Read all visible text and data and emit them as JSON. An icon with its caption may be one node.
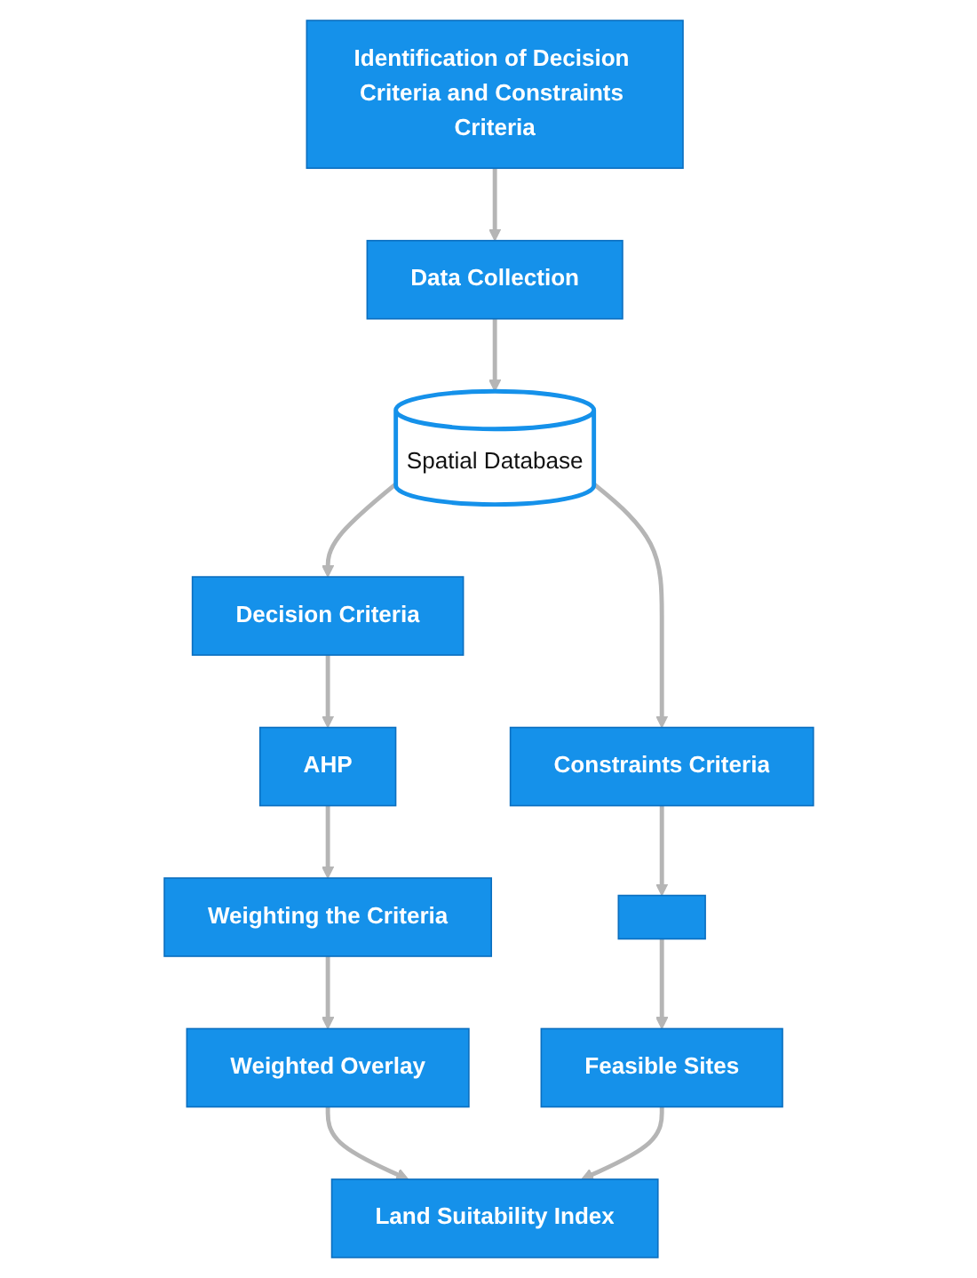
{
  "diagram": {
    "nodes": [
      {
        "text": [
          "Identification of Decision Criteria and Constraints Criteria"
        ]
      },
      {
        "text": [
          "Data Collection"
        ]
      },
      {
        "text": [
          "Spatial Database"
        ]
      },
      {
        "text": [
          "Decision Criteria"
        ]
      },
      {
        "text": [
          "Constraints Criteria"
        ]
      },
      {
        "text": [
          "AHP"
        ]
      },
      {
        "text": [],
        "shape": "box"
      },
      {
        "text": [
          "Weighting the Criteria"
        ]
      },
      {
        "text": [
          "Feasible Sites"
        ]
      },
      {
        "text": [
          "Weighted Overlay"
        ]
      },
      {
        "text": [
          "Land Suitability Index"
        ]
      }
    ],
    "edges": [
      {
        "from": 0,
        "to": 1,
        "arrow": "to"
      },
      {
        "from": 1,
        "to": 2,
        "arrow": "to"
      },
      {
        "from": 2,
        "to": 3,
        "arrow": "to"
      },
      {
        "from": 2,
        "to": 4,
        "arrow": "to"
      },
      {
        "from": 3,
        "to": 5,
        "arrow": "to"
      },
      {
        "from": 4,
        "to": 6,
        "arrow": "to"
      },
      {
        "from": 5,
        "to": 7,
        "arrow": "to"
      },
      {
        "from": 6,
        "to": 8,
        "arrow": "to"
      },
      {
        "from": 7,
        "to": 9,
        "arrow": "to"
      },
      {
        "from": 9,
        "to": 10,
        "arrow": "to"
      },
      {
        "from": 8,
        "to": 10,
        "arrow": "to"
      }
    ]
  }
}
